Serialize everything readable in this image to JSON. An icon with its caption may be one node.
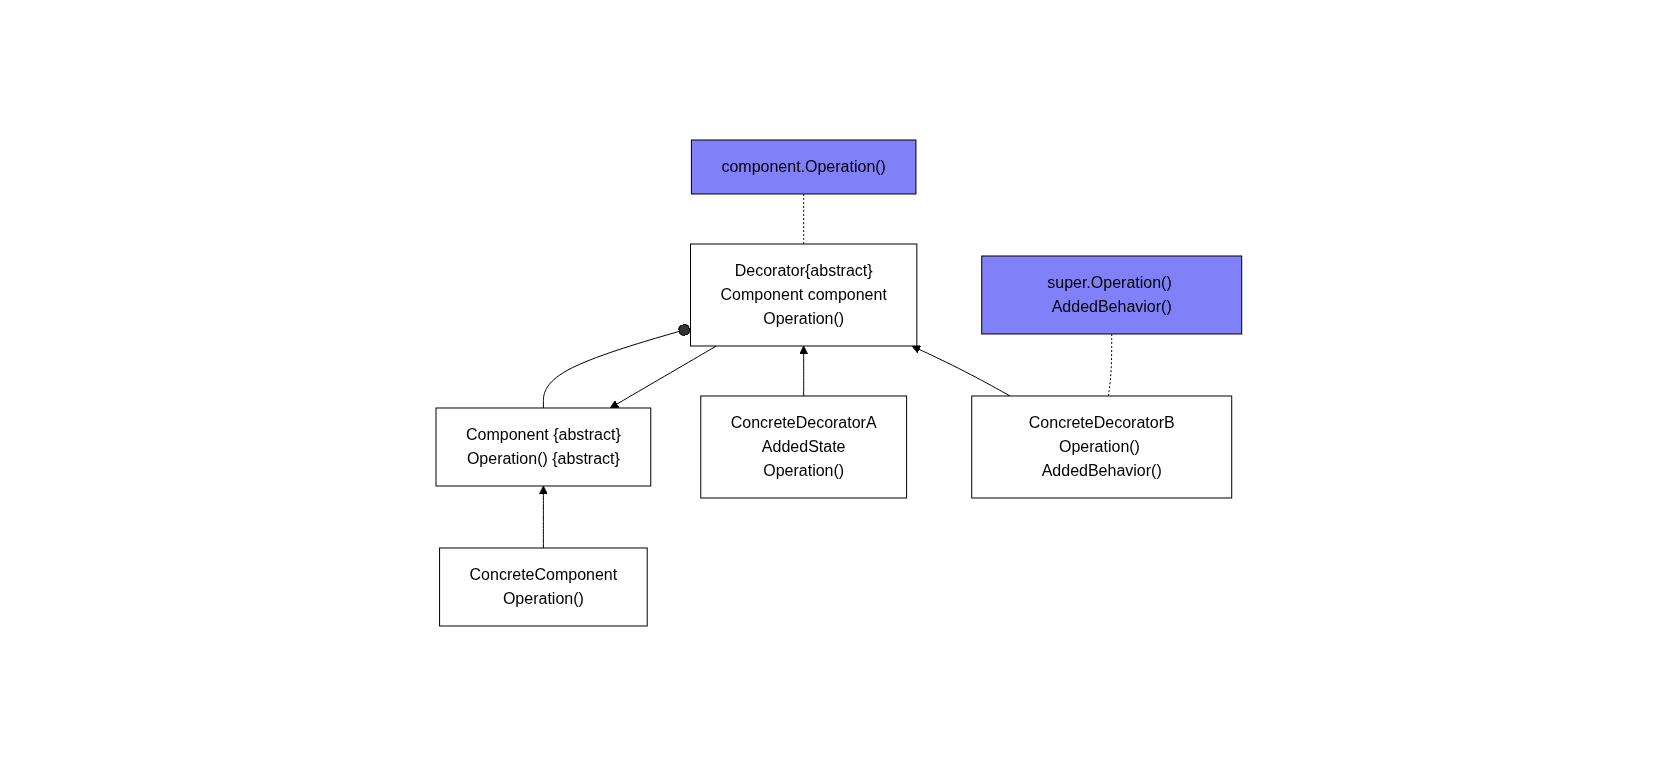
{
  "diagram": {
    "nodes": [
      {
        "text": [
          "Component {abstract}",
          "Operation() {abstract}"
        ]
      },
      {
        "text": [
          "ConcreteComponent",
          "Operation()"
        ]
      },
      {
        "text": [
          "Decorator{abstract}",
          "Component component",
          "Operation()"
        ]
      },
      {
        "text": [
          "component.Operation()"
        ]
      },
      {
        "text": [
          "ConcreteDecoratorA",
          "AddedState",
          "Operation()"
        ]
      },
      {
        "text": [
          "ConcreteDecoratorB",
          "Operation() AddedBehavior()"
        ]
      },
      {
        "text": [
          "super.Operation() AddedBehavior()"
        ]
      }
    ],
    "edges": [
      {
        "from": 1,
        "to": 0,
        "arrow": "to"
      },
      {
        "from": 2,
        "to": 0,
        "arrow": "to"
      },
      {
        "from": 0,
        "to": 2,
        "arrow": "other"
      },
      {
        "from": 2,
        "to": 3,
        "arrow": "none",
        "style": "dashed"
      },
      {
        "from": 4,
        "to": 2,
        "arrow": "to"
      },
      {
        "from": 5,
        "to": 2,
        "arrow": "to"
      },
      {
        "from": 5,
        "to": 6,
        "arrow": "none",
        "style": "dashed"
      }
    ]
  }
}
